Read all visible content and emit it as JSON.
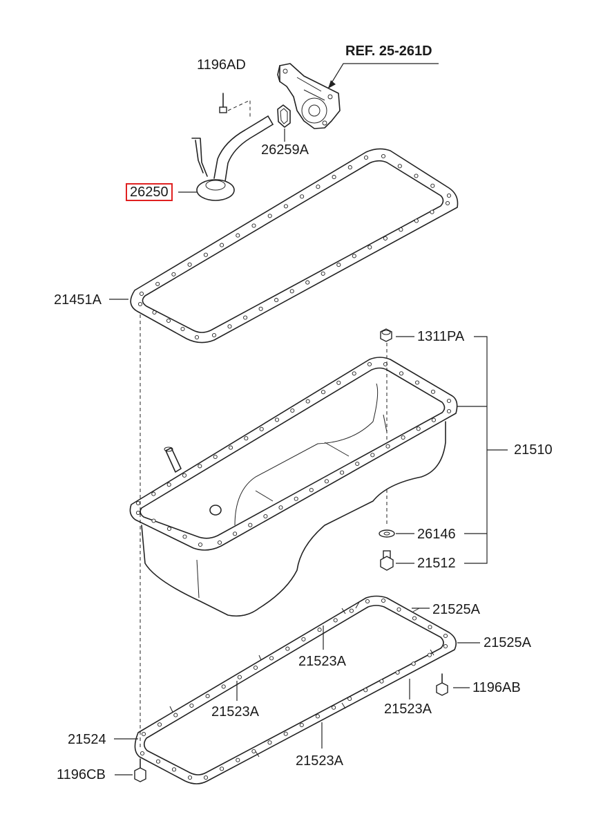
{
  "labels": {
    "ref": "REF. 25-261D",
    "p1196AD": "1196AD",
    "p26259A": "26259A",
    "p26250": "26250",
    "p21451A": "21451A",
    "p1311PA": "1311PA",
    "p21510": "21510",
    "p26146": "26146",
    "p21512": "21512",
    "p21525A_1": "21525A",
    "p21525A_2": "21525A",
    "p21523A_1": "21523A",
    "p1196AB": "1196AB",
    "p21523A_2": "21523A",
    "p21523A_3": "21523A",
    "p21524": "21524",
    "p21523A_4": "21523A",
    "p1196CB": "1196CB"
  },
  "highlight": {
    "part": "26250",
    "color": "#e02020"
  }
}
